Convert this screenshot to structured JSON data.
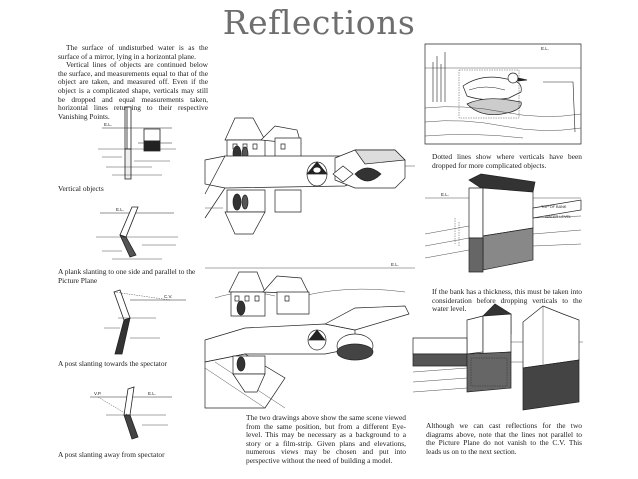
{
  "title": "Reflections",
  "left_column": {
    "intro_paragraphs": [
      "The surface of undisturbed water is as the surface of a mirror, lying in a horizontal plane.",
      "Vertical lines of objects are continued below the surface, and measurements equal to that of the object are taken, and measured off. Even if the object is a complicated shape, verticals may still be dropped and equal measurements taken, horizontal lines returning to their respective Vanishing Points."
    ],
    "captions": [
      "Vertical objects",
      "A plank slanting to one side and parallel to the Picture Plane",
      "A post slanting towards the spectator",
      "A post slanting away from spectator"
    ]
  },
  "center_column": {
    "caption": "The two drawings above show the same scene viewed from the same position, but from a different Eye-level. This may be necessary as a background to a story or a film-strip. Given plans and elevations, numerous views may be chosen and put into perspective without the need of building a model."
  },
  "right_column": {
    "captions": [
      "Dotted lines show where verticals have been dropped for more complicated objects.",
      "If the bank has a thickness, this must be taken into consideration before dropping verticals to the water level.",
      "Although we can cast reflections for the two diagrams above, note that the lines not parallel to the Picture Plane do not vanish to the C.V. This leads us on to the next section."
    ]
  },
  "figure_labels": {
    "eye_level": "E.L.",
    "cv": "C.V.",
    "vp": "V.P.",
    "top_of_bank": "TOP OF BANK",
    "water_level": "WATER LEVEL"
  }
}
